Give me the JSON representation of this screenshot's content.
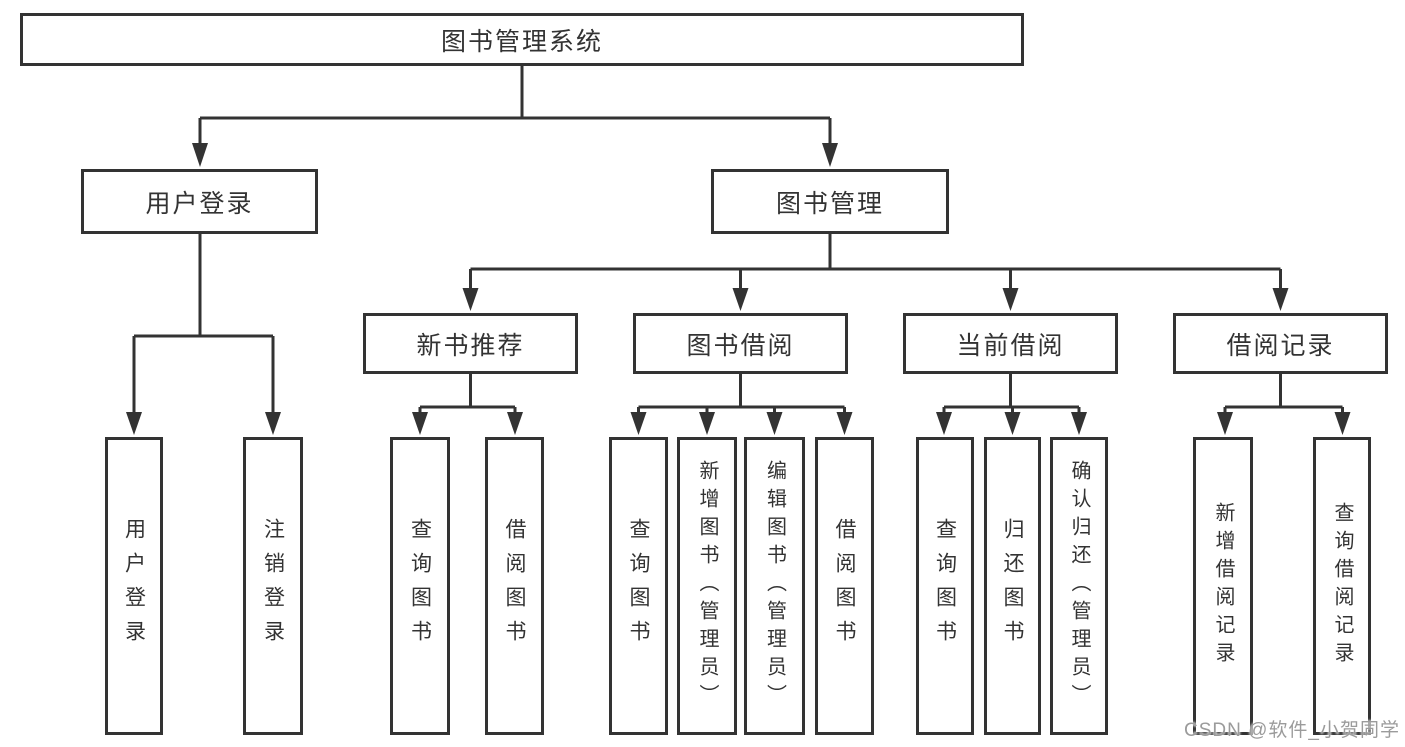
{
  "colors": {
    "line": "#333333",
    "text": "#333333",
    "background": "#ffffff",
    "watermark": "#9b9b9b"
  },
  "watermark": {
    "text": "CSDN @软件_小贺同学"
  },
  "tree": {
    "root": {
      "label": "图书管理系统"
    },
    "branches": [
      {
        "label": "用户登录",
        "children": [
          {
            "label": "用户登录"
          },
          {
            "label": "注销登录"
          }
        ]
      },
      {
        "label": "图书管理",
        "children": [
          {
            "label": "新书推荐",
            "children": [
              {
                "label": "查询图书"
              },
              {
                "label": "借阅图书"
              }
            ]
          },
          {
            "label": "图书借阅",
            "children": [
              {
                "label": "查询图书"
              },
              {
                "label": "新增图书（管理员）"
              },
              {
                "label": "编辑图书（管理员）"
              },
              {
                "label": "借阅图书"
              }
            ]
          },
          {
            "label": "当前借阅",
            "children": [
              {
                "label": "查询图书"
              },
              {
                "label": "归还图书"
              },
              {
                "label": "确认归还（管理员）"
              }
            ]
          },
          {
            "label": "借阅记录",
            "children": [
              {
                "label": "新增借阅记录"
              },
              {
                "label": "查询借阅记录"
              }
            ]
          }
        ]
      }
    ]
  }
}
